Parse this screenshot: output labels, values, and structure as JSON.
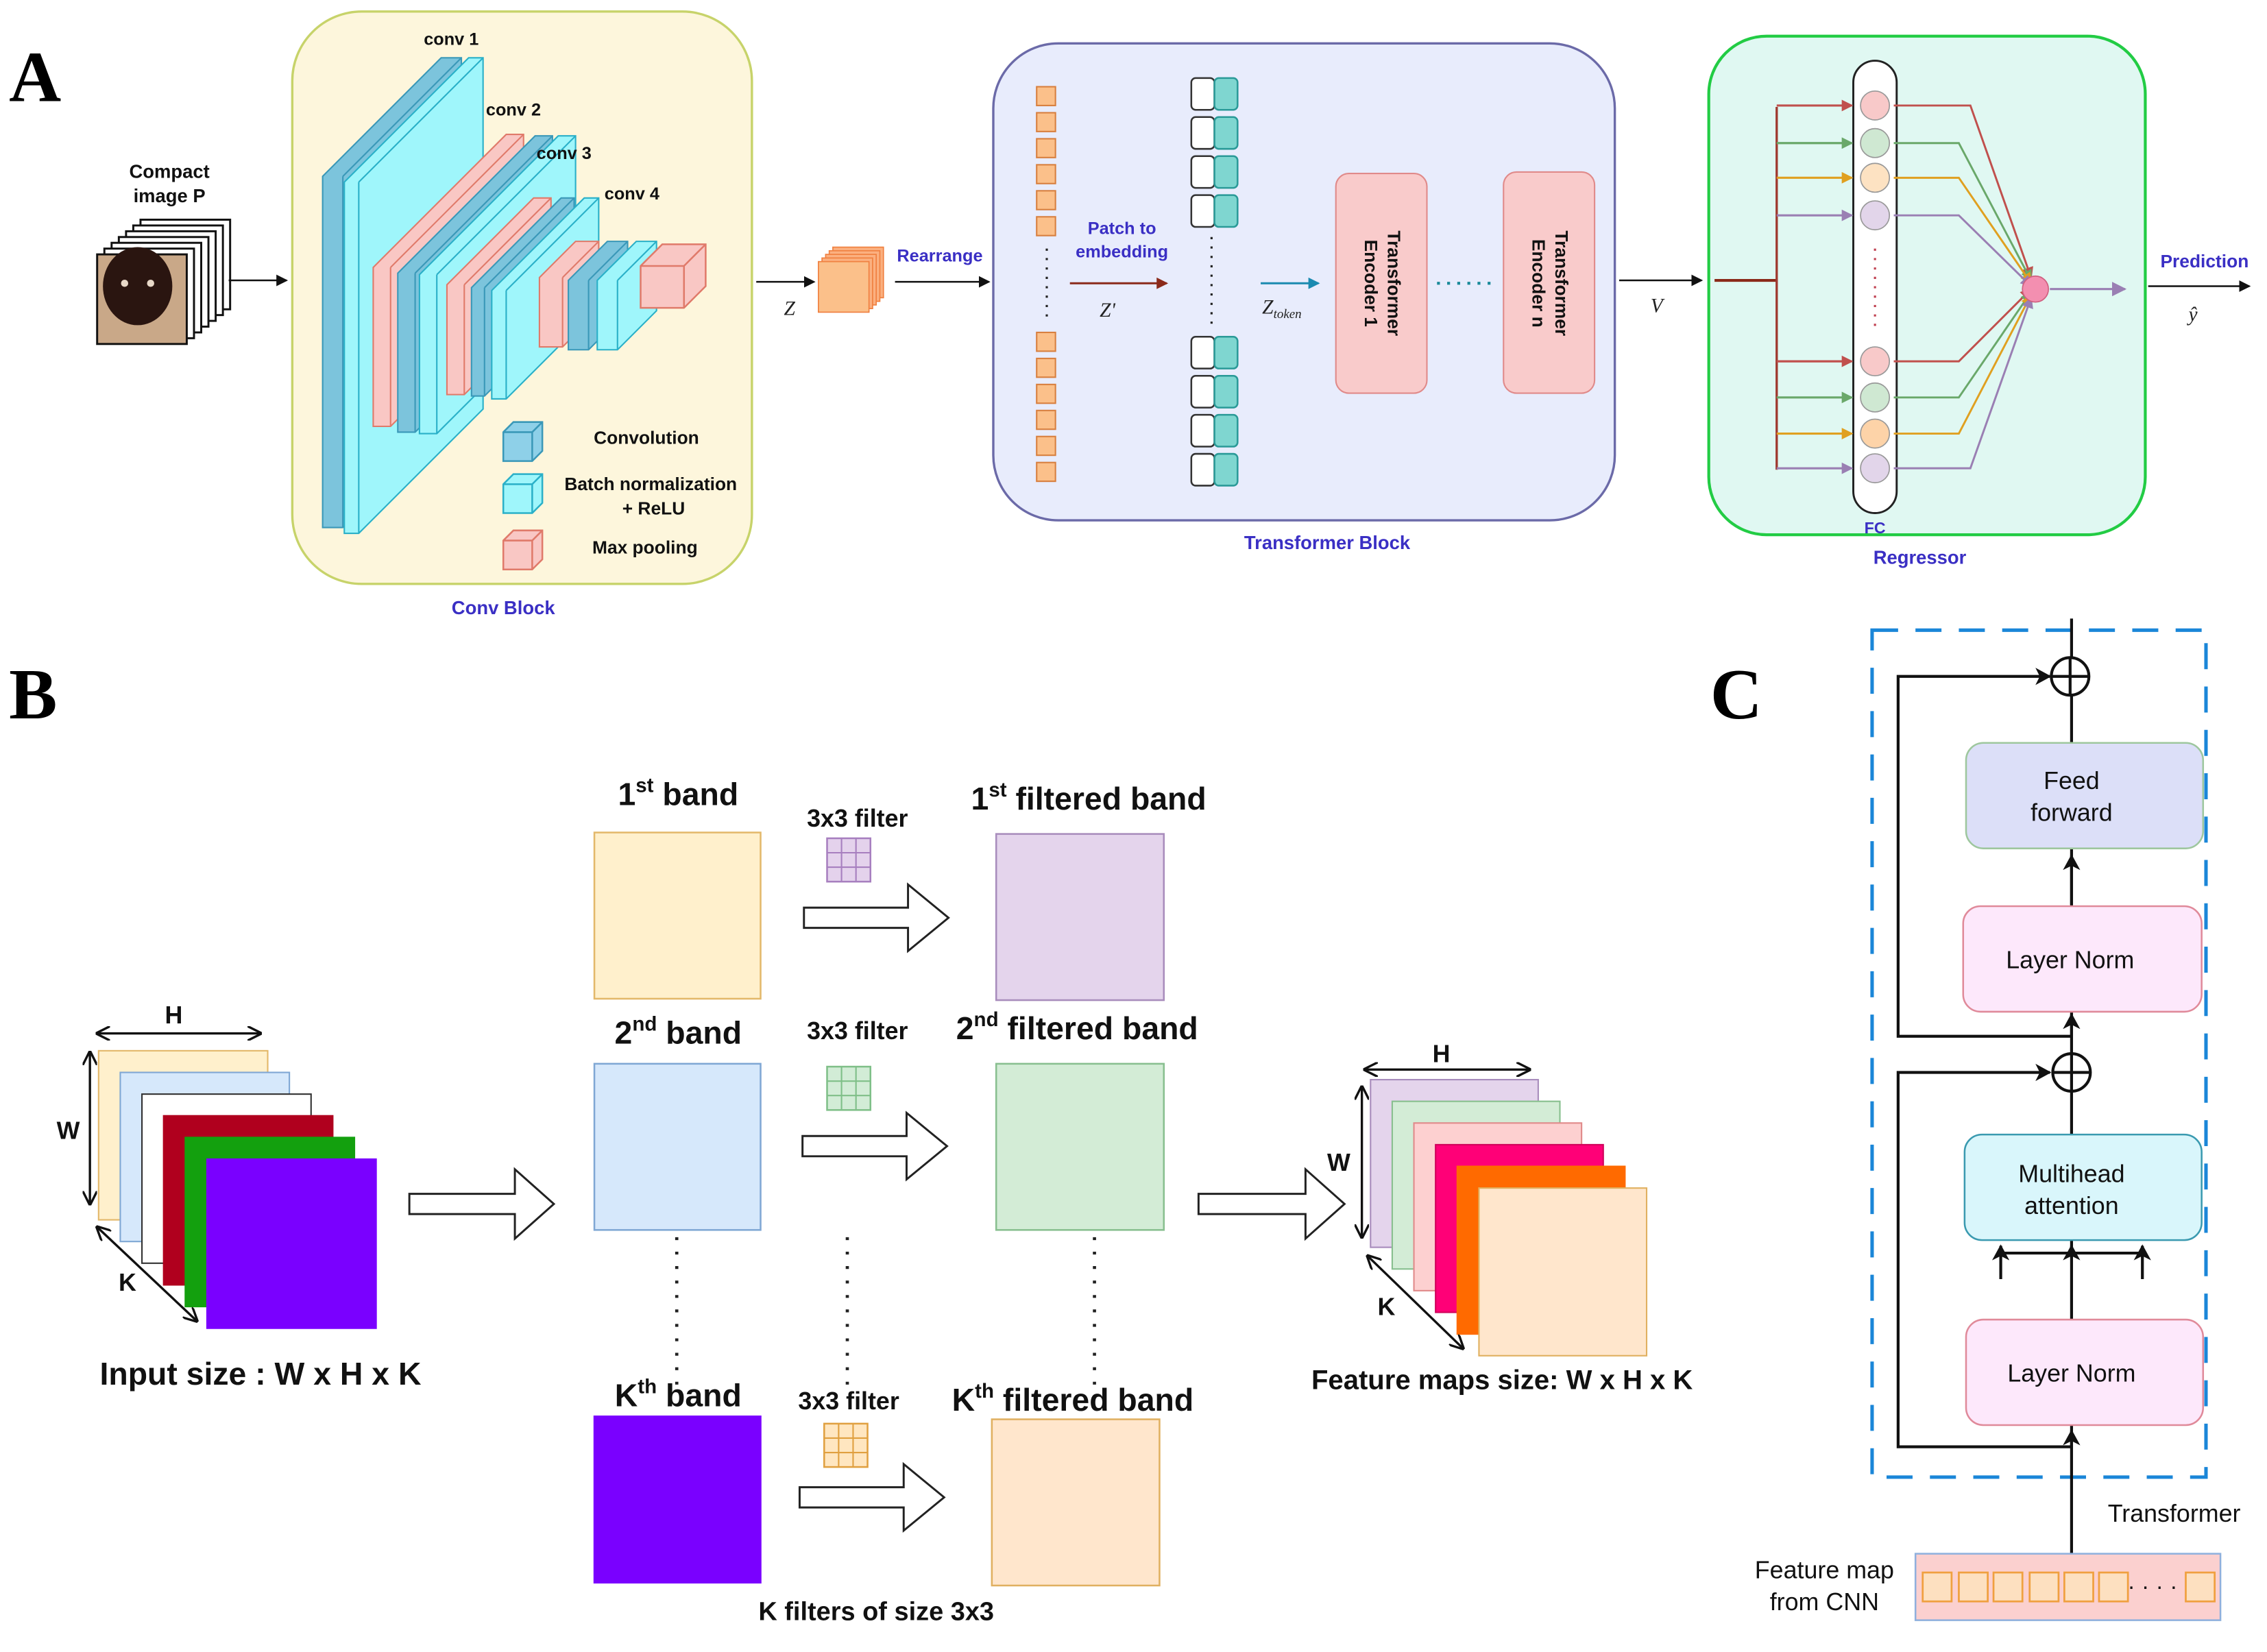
{
  "panels": {
    "A": {
      "letter": "A",
      "input_label_line1": "Compact",
      "input_label_line2": "image P",
      "conv_block": {
        "title": "Conv Block",
        "conv_labels": [
          "conv 1",
          "conv 2",
          "conv 3",
          "conv 4"
        ],
        "legend": [
          {
            "label": "Convolution",
            "color": "#8ed0e8"
          },
          {
            "label": "Batch normalization",
            "label2": "+ ReLU",
            "color": "#9ff6fb"
          },
          {
            "label": "Max pooling",
            "color": "#f9c7c4"
          }
        ],
        "bg_color": "#fdf6dc",
        "border_color": "#c7d36a"
      },
      "z_label": "Z",
      "rearrange_label": "Rearrange",
      "transformer_block": {
        "title": "Transformer Block",
        "patch_label_line1": "Patch to",
        "patch_label_line2": "embedding",
        "zprime_label": "Z'",
        "ztoken_label": "Z",
        "ztoken_sub": "token",
        "encoder1_line1": "Transformer",
        "encoder1_line2": "Encoder 1",
        "encodern_line1": "Transformer",
        "encodern_line2": "Encoder n",
        "bg_color": "#e8ecfc",
        "border_color": "#6b6aa8"
      },
      "v_label": "V",
      "regressor": {
        "title": "Regressor",
        "fc_label": "FC",
        "prediction_label": "Prediction",
        "yhat_label": "ŷ",
        "node_colors": [
          "#f8c9c9",
          "#cfe8d2",
          "#fde2c2",
          "#e2d5ea",
          "#f8c9c9",
          "#cfe8d2",
          "#fdd3a8",
          "#e2d5ea"
        ],
        "arrow_colors": [
          "#c0504d",
          "#6aa86a",
          "#e0a020",
          "#9a7fb3",
          "#c0504d",
          "#6aa86a",
          "#e0a020",
          "#9a7fb3"
        ],
        "bg_color": "#e0f8f2",
        "border_color": "#22cc44"
      }
    },
    "B": {
      "letter": "B",
      "input_size_label": "Input size : W x H x K",
      "dim_H": "H",
      "dim_W": "W",
      "dim_K": "K",
      "bands": [
        {
          "num": "1",
          "sup": "st",
          "suffix": " band",
          "color": "#fff0cc",
          "border": "#e3b86a"
        },
        {
          "num": "2",
          "sup": "nd",
          "suffix": " band",
          "color": "#d6e8fb",
          "border": "#7fa7d4"
        },
        {
          "num": "K",
          "sup": "th",
          "suffix": " band",
          "color": "#7a00ff",
          "border": "#7a00ff"
        }
      ],
      "filter_label": "3x3 filter",
      "filters": [
        {
          "color": "#e4d2ec",
          "border": "#a77fbf"
        },
        {
          "color": "#d2ecd6",
          "border": "#7fbf88"
        },
        {
          "color": "#ffe6c0",
          "border": "#e0a040"
        }
      ],
      "filtered_bands": [
        {
          "num": "1",
          "sup": "st",
          "suffix": " filtered band",
          "color": "#e4d4ec",
          "border": "#a88cbc"
        },
        {
          "num": "2",
          "sup": "nd",
          "suffix": " filtered band",
          "color": "#d3ecd6",
          "border": "#88bf8f"
        },
        {
          "num": "K",
          "sup": "th",
          "suffix": " filtered band",
          "color": "#ffe6cc",
          "border": "#e0b060"
        }
      ],
      "k_filters_label": "K filters of size 3x3",
      "feature_maps_label": "Feature maps size: W x H x K",
      "input_stack_colors": [
        "#fff0cc",
        "#d6e8fb",
        "#ffffff",
        "#b0001e",
        "#13a00e",
        "#7a00ff"
      ],
      "output_stack_colors": [
        "#e4d4ec",
        "#d3ecd6",
        "#fdd0d0",
        "#ff0077",
        "#ff6a00",
        "#ffe6cc"
      ]
    },
    "C": {
      "letter": "C",
      "feed_forward_line1": "Feed",
      "feed_forward_line2": "forward",
      "layer_norm_top": "Layer Norm",
      "multihead_line1": "Multihead",
      "multihead_line2": "attention",
      "layer_norm_bottom": "Layer Norm",
      "transformer_label": "Transformer",
      "feature_map_line1": "Feature map",
      "feature_map_line2": "from CNN",
      "dots": "· · · ·"
    }
  }
}
